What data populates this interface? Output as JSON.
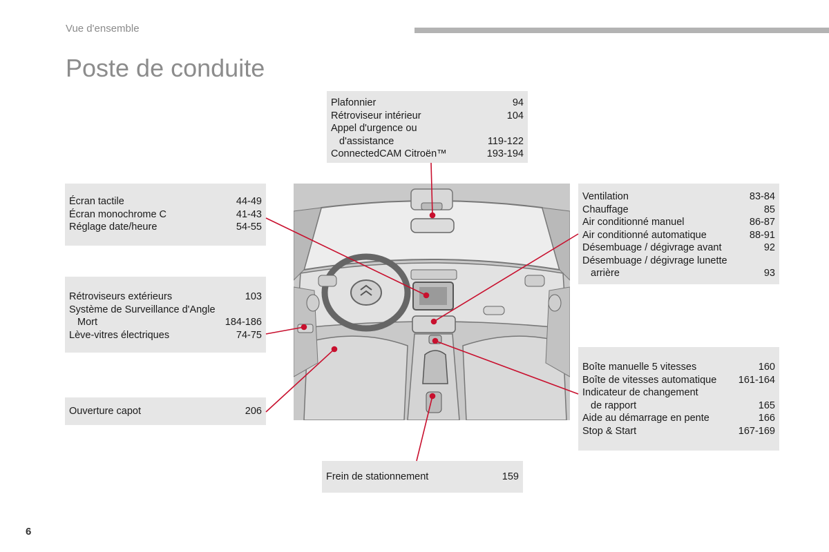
{
  "header": {
    "section": "Vue d'ensemble",
    "title": "Poste de conduite",
    "page_number": "6"
  },
  "boxes": {
    "top": [
      {
        "label": "Plafonnier",
        "page": "94"
      },
      {
        "label": "Rétroviseur intérieur",
        "page": "104"
      },
      {
        "label": "Appel d'urgence ou",
        "label2": "d'assistance",
        "page": "119-122"
      },
      {
        "label": "ConnectedCAM Citroën™",
        "page": "193-194"
      }
    ],
    "screen": [
      {
        "label": "Écran tactile",
        "page": "44-49"
      },
      {
        "label": "Écran monochrome C",
        "page": "41-43"
      },
      {
        "label": "Réglage date/heure",
        "page": "54-55"
      }
    ],
    "mirror": [
      {
        "label": "Rétroviseurs extérieurs",
        "page": "103"
      },
      {
        "label": "Système de Surveillance d'Angle",
        "label2": "Mort",
        "page": "184-186"
      },
      {
        "label": "Lève-vitres électriques",
        "page": "74-75"
      }
    ],
    "hood": [
      {
        "label": "Ouverture capot",
        "page": "206"
      }
    ],
    "vent": [
      {
        "label": "Ventilation",
        "page": "83-84"
      },
      {
        "label": "Chauffage",
        "page": "85"
      },
      {
        "label": "Air conditionné manuel",
        "page": "86-87"
      },
      {
        "label": "Air conditionné automatique",
        "page": "88-91"
      },
      {
        "label": "Désembuage / dégivrage avant",
        "page": "92"
      },
      {
        "label": "Désembuage / dégivrage lunette",
        "label2": "arrière",
        "page": "93"
      }
    ],
    "gear": [
      {
        "label": "Boîte manuelle 5 vitesses",
        "page": "160"
      },
      {
        "label": "Boîte de vitesses automatique",
        "page": "161-164"
      },
      {
        "label": "Indicateur de changement",
        "label2": "de rapport",
        "page": "165"
      },
      {
        "label": "Aide au démarrage en pente",
        "page": "166"
      },
      {
        "label": "Stop & Start",
        "page": "167-169"
      }
    ],
    "brake": [
      {
        "label": "Frein de stationnement",
        "page": "159"
      }
    ]
  },
  "colors": {
    "box_bg": "#e6e6e6",
    "callout": "#c8102e",
    "title": "#8c8c8c"
  }
}
